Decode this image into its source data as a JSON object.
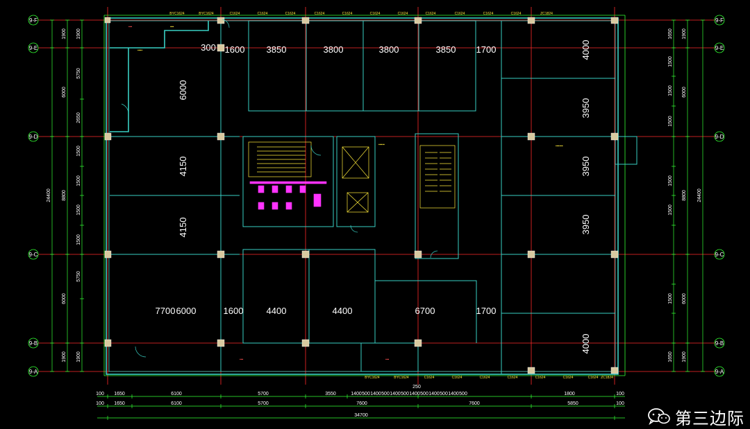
{
  "grid_labels": {
    "rows_left": [
      "9-F",
      "9-E",
      "9-D",
      "9-C",
      "9-B",
      "9-A"
    ],
    "rows_right": [
      "9-F",
      "9-E",
      "9-D",
      "9-C",
      "9-B",
      "9-A"
    ]
  },
  "room_dims": {
    "top_row": [
      "1600",
      "3850",
      "3800",
      "3800",
      "3850",
      "1700"
    ],
    "bottom_row": [
      "7700",
      "6000",
      "1600",
      "4400",
      "4400",
      "6700",
      "1700"
    ],
    "left_col": [
      "6000",
      "4150",
      "4150"
    ],
    "right_col": [
      "4000",
      "3950",
      "3950",
      "3950",
      "4000"
    ],
    "small": [
      "300"
    ]
  },
  "left_dims": {
    "outer_total": "24400",
    "outer": [
      "1900",
      "6000",
      "8800",
      "6000",
      "1900"
    ],
    "inner": [
      "1900",
      "5750",
      "2650",
      "1500",
      "1500",
      "1500",
      "1500",
      "5750",
      "1900"
    ]
  },
  "right_dims": {
    "outer_total": "24400",
    "outer": [
      "1900",
      "6000",
      "8800",
      "6000",
      "1900"
    ],
    "inner": [
      "1650",
      "1500",
      "1500",
      "1500",
      "1500",
      "1500",
      "1500",
      "1650"
    ]
  },
  "bottom_dims": {
    "row1": [
      "100",
      "1650",
      "6100",
      "5700",
      "3550",
      "1400",
      "500",
      "1400",
      "500",
      "1400",
      "500",
      "1400",
      "500",
      "1400",
      "500",
      "1400",
      "500",
      "1800",
      "100"
    ],
    "row2": [
      "100",
      "1650",
      "6100",
      "5700",
      "7600",
      "7600",
      "5850",
      "100"
    ],
    "total": "34700",
    "marker": "250"
  },
  "window_tags_top": [
    "BYC1624",
    "BYC1624",
    "C1624",
    "C1624",
    "C1624",
    "C1624",
    "C1624",
    "C1624",
    "C1624",
    "C1624",
    "C1624",
    "C1624",
    "C1624",
    "ZC1824"
  ],
  "window_tags_bottom": [
    "BYC1624",
    "BYC1624",
    "C1624",
    "C1624",
    "C1624",
    "C1624",
    "C1624",
    "C1624",
    "C1624",
    "ZC1824"
  ],
  "watermark": {
    "icon": "wechat-icon",
    "text": "第三边际"
  },
  "colors": {
    "background": "#000000",
    "axis": "#ff2a2a",
    "wall": "#39d0c4",
    "dim": "#33ff33",
    "text": "#ffffff",
    "stair": "#ffeb3b",
    "toilet": "#ff33ff"
  }
}
